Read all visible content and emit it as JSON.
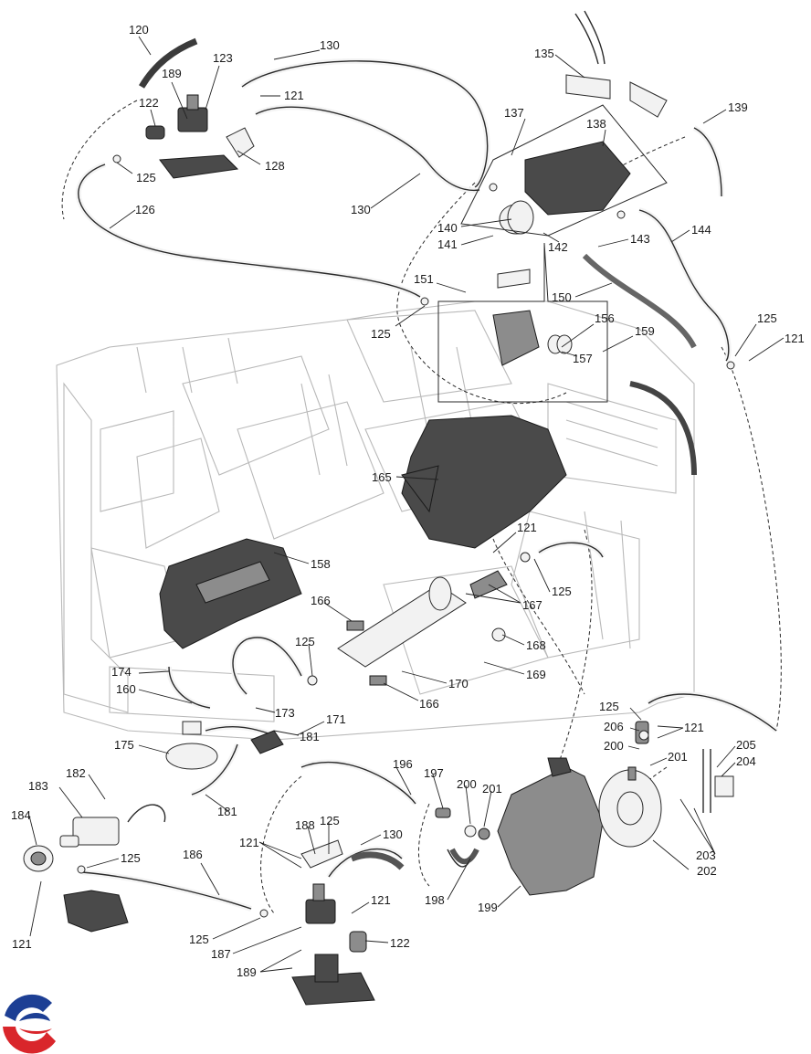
{
  "diagram": {
    "callouts": [
      {
        "id": "c120",
        "text": "120"
      },
      {
        "id": "c189a",
        "text": "189"
      },
      {
        "id": "c123",
        "text": "123"
      },
      {
        "id": "c130a",
        "text": "130"
      },
      {
        "id": "c121a",
        "text": "121"
      },
      {
        "id": "c122a",
        "text": "122"
      },
      {
        "id": "c125a",
        "text": "125"
      },
      {
        "id": "c128",
        "text": "128"
      },
      {
        "id": "c126",
        "text": "126"
      },
      {
        "id": "c130b",
        "text": "130"
      },
      {
        "id": "c135",
        "text": "135"
      },
      {
        "id": "c137",
        "text": "137"
      },
      {
        "id": "c138",
        "text": "138"
      },
      {
        "id": "c139",
        "text": "139"
      },
      {
        "id": "c140",
        "text": "140"
      },
      {
        "id": "c141",
        "text": "141"
      },
      {
        "id": "c142",
        "text": "142"
      },
      {
        "id": "c143",
        "text": "143"
      },
      {
        "id": "c144",
        "text": "144"
      },
      {
        "id": "c150",
        "text": "150"
      },
      {
        "id": "c151",
        "text": "151"
      },
      {
        "id": "c125b",
        "text": "125"
      },
      {
        "id": "c156",
        "text": "156"
      },
      {
        "id": "c157",
        "text": "157"
      },
      {
        "id": "c159",
        "text": "159"
      },
      {
        "id": "c125c",
        "text": "125"
      },
      {
        "id": "c121b",
        "text": "121"
      },
      {
        "id": "c165",
        "text": "165"
      },
      {
        "id": "c121c",
        "text": "121"
      },
      {
        "id": "c158",
        "text": "158"
      },
      {
        "id": "c125d",
        "text": "125"
      },
      {
        "id": "c167",
        "text": "167"
      },
      {
        "id": "c166a",
        "text": "166"
      },
      {
        "id": "c168",
        "text": "168"
      },
      {
        "id": "c125e",
        "text": "125"
      },
      {
        "id": "c169",
        "text": "169"
      },
      {
        "id": "c170",
        "text": "170"
      },
      {
        "id": "c174",
        "text": "174"
      },
      {
        "id": "c160",
        "text": "160"
      },
      {
        "id": "c166b",
        "text": "166"
      },
      {
        "id": "c173",
        "text": "173"
      },
      {
        "id": "c171",
        "text": "171"
      },
      {
        "id": "c181a",
        "text": "181"
      },
      {
        "id": "c125f",
        "text": "125"
      },
      {
        "id": "c206",
        "text": "206"
      },
      {
        "id": "c121d",
        "text": "121"
      },
      {
        "id": "c200a",
        "text": "200"
      },
      {
        "id": "c201a",
        "text": "201"
      },
      {
        "id": "c205",
        "text": "205"
      },
      {
        "id": "c204",
        "text": "204"
      },
      {
        "id": "c175",
        "text": "175"
      },
      {
        "id": "c196",
        "text": "196"
      },
      {
        "id": "c182",
        "text": "182"
      },
      {
        "id": "c197",
        "text": "197"
      },
      {
        "id": "c200b",
        "text": "200"
      },
      {
        "id": "c201b",
        "text": "201"
      },
      {
        "id": "c181b",
        "text": "181"
      },
      {
        "id": "c183",
        "text": "183"
      },
      {
        "id": "c188",
        "text": "188"
      },
      {
        "id": "c125g",
        "text": "125"
      },
      {
        "id": "c184",
        "text": "184"
      },
      {
        "id": "c130c",
        "text": "130"
      },
      {
        "id": "c121e",
        "text": "121"
      },
      {
        "id": "c186",
        "text": "186"
      },
      {
        "id": "c125h",
        "text": "125"
      },
      {
        "id": "c203",
        "text": "203"
      },
      {
        "id": "c202",
        "text": "202"
      },
      {
        "id": "c198",
        "text": "198"
      },
      {
        "id": "c199",
        "text": "199"
      },
      {
        "id": "c121f",
        "text": "121"
      },
      {
        "id": "c125i",
        "text": "125"
      },
      {
        "id": "c121g",
        "text": "121"
      },
      {
        "id": "c122b",
        "text": "122"
      },
      {
        "id": "c187",
        "text": "187"
      },
      {
        "id": "c189b",
        "text": "189"
      }
    ]
  },
  "logo": {
    "icon": "brand-swirl-logo",
    "colors": {
      "blue": "#1d3f94",
      "red": "#d9262b"
    }
  }
}
